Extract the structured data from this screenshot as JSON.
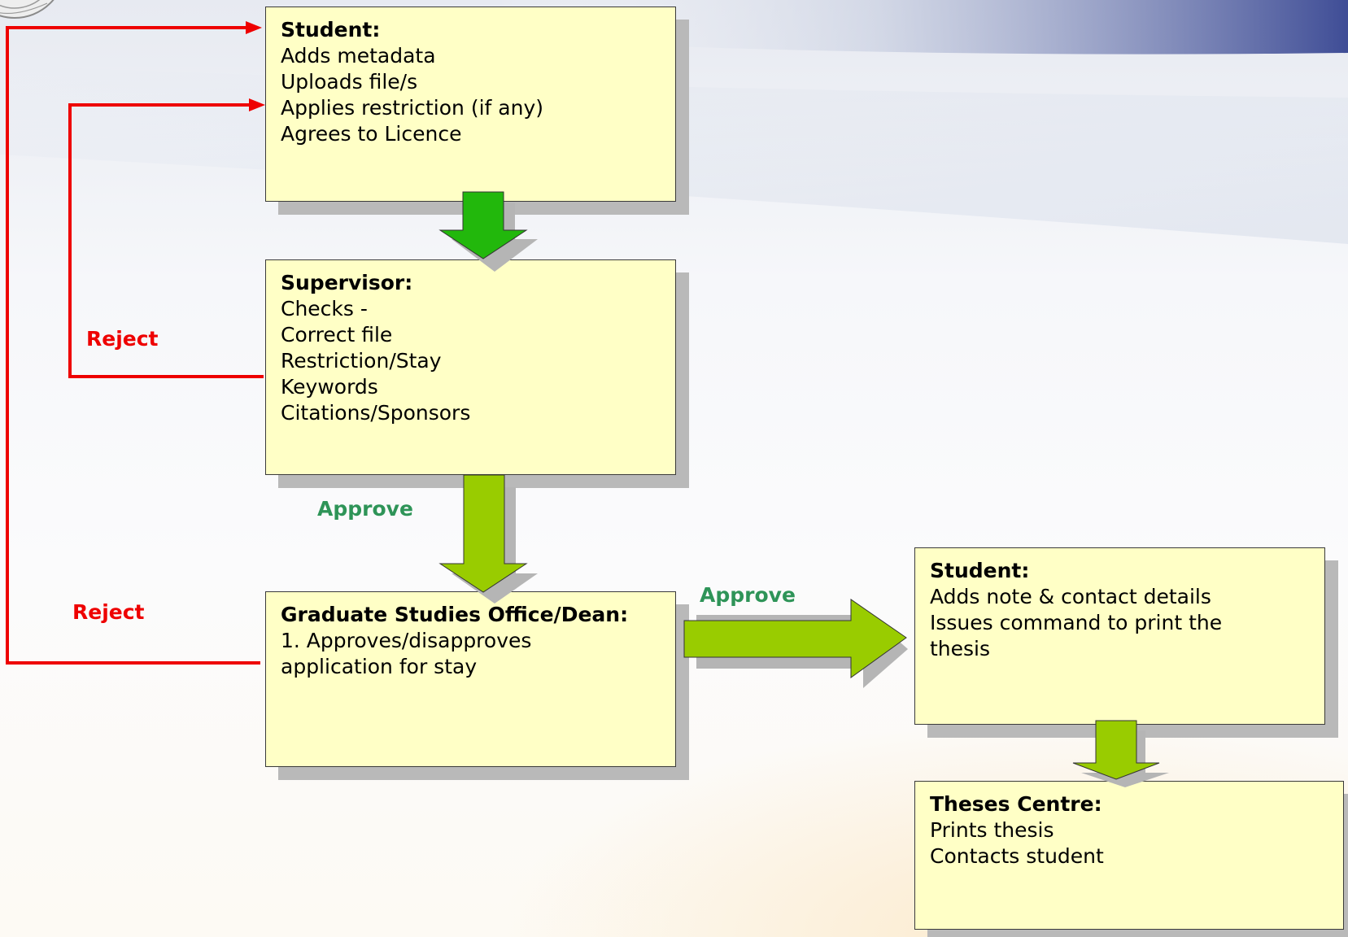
{
  "diagram": {
    "boxes": {
      "student_submit": {
        "title": "Student:",
        "lines": [
          "Adds metadata",
          "Uploads file/s",
          "Applies restriction (if any)",
          "Agrees to Licence"
        ]
      },
      "supervisor": {
        "title": "Supervisor:",
        "lines": [
          "Checks -",
          "Correct file",
          "Restriction/Stay",
          "Keywords",
          "Citations/Sponsors"
        ]
      },
      "graduate_office": {
        "title": "Graduate Studies Office/Dean:",
        "lines": [
          "1. Approves/disapproves",
          "application for stay"
        ]
      },
      "student_print": {
        "title": "Student:",
        "lines": [
          "Adds note & contact details",
          "Issues command to print the",
          "thesis"
        ]
      },
      "theses_centre": {
        "title": "Theses Centre:",
        "lines": [
          "Prints thesis",
          "Contacts student"
        ]
      }
    },
    "labels": {
      "reject_supervisor": "Reject",
      "reject_office": "Reject",
      "approve_supervisor": "Approve",
      "approve_office": "Approve"
    },
    "colors": {
      "box_fill": "#ffffc6",
      "reject": "#ee0000",
      "approve_text": "#2e9458",
      "arrow_green_dark": "#22b80c",
      "arrow_green": "#99cc00"
    }
  }
}
